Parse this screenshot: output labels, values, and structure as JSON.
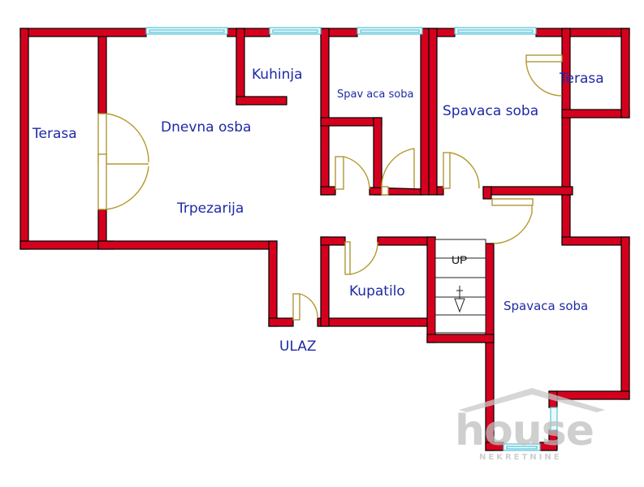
{
  "plan": {
    "rooms": {
      "terasa_left": "Terasa",
      "dnevna": "Dnevna osba",
      "kuhinja": "Kuhinja",
      "spavaca_small": "Spav aca soba",
      "spavaca_top": "Spavaca soba",
      "terasa_right": "Terasa",
      "trpezarija": "Trpezarija",
      "kupatilo": "Kupatilo",
      "spavaca_bottom": "Spavaca soba",
      "ulaz": "ULAZ"
    },
    "stairs": {
      "up": "UP"
    },
    "colors": {
      "wall": "#d5001d",
      "label": "#1f2aa6",
      "door": "#b39a2e",
      "window": "#5bc3d6"
    }
  },
  "watermark": {
    "brand": "house",
    "sub": "NEKRETNINE"
  }
}
